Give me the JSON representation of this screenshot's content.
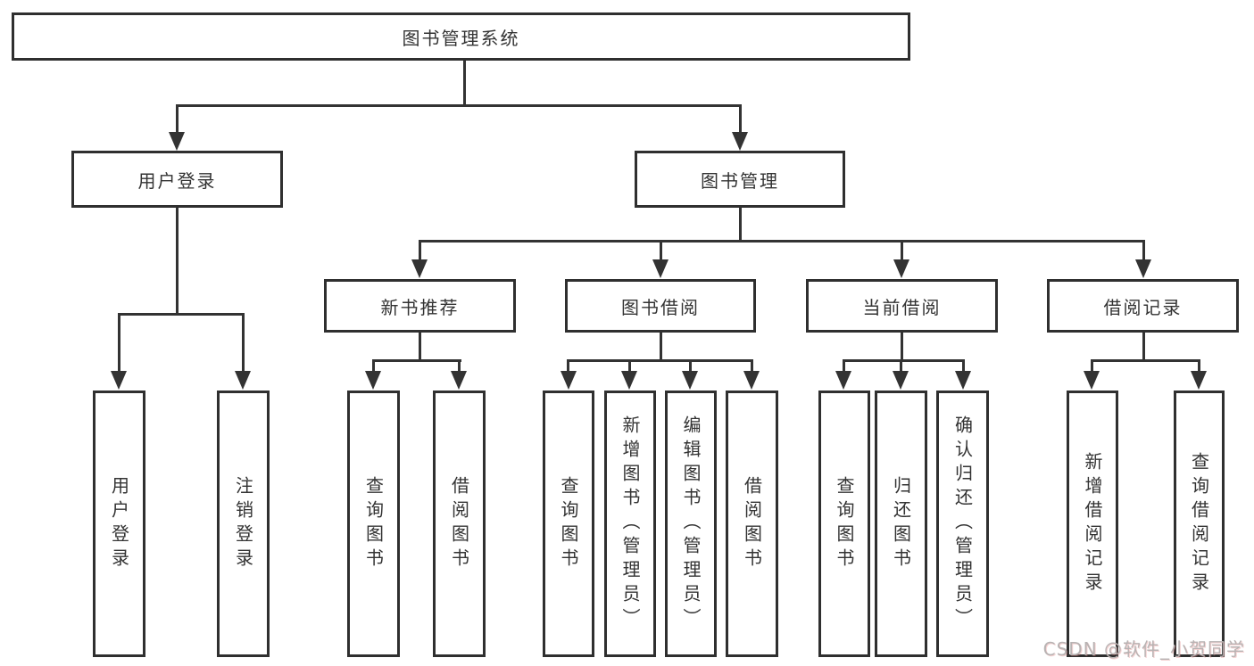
{
  "diagram_title": "图书管理系统",
  "nodes": {
    "root": {
      "label": "图书管理系统"
    },
    "user_login": {
      "label": "用户登录"
    },
    "book_mgmt": {
      "label": "图书管理"
    },
    "new_book_rec": {
      "label": "新书推荐"
    },
    "book_borrow": {
      "label": "图书借阅"
    },
    "current_borrow": {
      "label": "当前借阅"
    },
    "borrow_records": {
      "label": "借阅记录"
    },
    "leaf_user_login": {
      "label": "用户登录"
    },
    "leaf_logout": {
      "label": "注销登录"
    },
    "leaf_nb_query": {
      "label": "查询图书"
    },
    "leaf_nb_borrow": {
      "label": "借阅图书"
    },
    "leaf_bb_query": {
      "label": "查询图书"
    },
    "leaf_bb_add": {
      "label": "新增图书（管理员）"
    },
    "leaf_bb_edit": {
      "label": "编辑图书（管理员）"
    },
    "leaf_bb_borrow": {
      "label": "借阅图书"
    },
    "leaf_cb_query": {
      "label": "查询图书"
    },
    "leaf_cb_return": {
      "label": "归还图书"
    },
    "leaf_cb_confirm": {
      "label": "确认归还（管理员）"
    },
    "leaf_br_add": {
      "label": "新增借阅记录"
    },
    "leaf_br_query": {
      "label": "查询借阅记录"
    }
  },
  "hierarchy": [
    {
      "parent": "图书管理系统",
      "children": [
        "用户登录",
        "图书管理"
      ]
    },
    {
      "parent": "用户登录",
      "children": [
        "用户登录",
        "注销登录"
      ]
    },
    {
      "parent": "图书管理",
      "children": [
        "新书推荐",
        "图书借阅",
        "当前借阅",
        "借阅记录"
      ]
    },
    {
      "parent": "新书推荐",
      "children": [
        "查询图书",
        "借阅图书"
      ]
    },
    {
      "parent": "图书借阅",
      "children": [
        "查询图书",
        "新增图书（管理员）",
        "编辑图书（管理员）",
        "借阅图书"
      ]
    },
    {
      "parent": "当前借阅",
      "children": [
        "查询图书",
        "归还图书",
        "确认归还（管理员）"
      ]
    },
    {
      "parent": "借阅记录",
      "children": [
        "新增借阅记录",
        "查询借阅记录"
      ]
    }
  ],
  "watermark": {
    "text": "CSDN @软件_小贺同学"
  },
  "colors": {
    "line": "#333333",
    "box_border": "#2f2f2f",
    "box_fill": "#ffffff",
    "text": "#333333",
    "background": "#ffffff",
    "watermark": "#b8b3b3"
  }
}
